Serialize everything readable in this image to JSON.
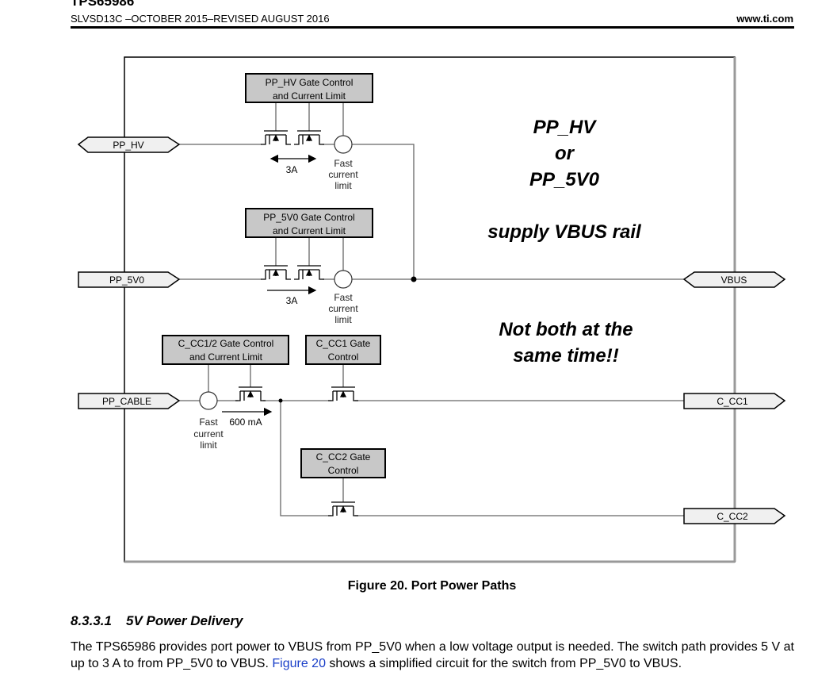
{
  "header": {
    "title": "TPS65986",
    "doc_id": "SLVSD13C –OCTOBER 2015–REVISED AUGUST 2016",
    "url": "www.ti.com"
  },
  "diagram": {
    "ports": {
      "pp_hv": "PP_HV",
      "pp_5v0": "PP_5V0",
      "pp_cable": "PP_CABLE",
      "vbus": "VBUS",
      "c_cc1": "C_CC1",
      "c_cc2": "C_CC2"
    },
    "blocks": {
      "hv_gate": [
        "PP_HV Gate Control",
        "and Current Limit"
      ],
      "5v0_gate": [
        "PP_5V0 Gate Control",
        "and Current Limit"
      ],
      "cc12_gate": [
        "C_CC1/2 Gate Control",
        "and Current Limit"
      ],
      "cc1_gate": [
        "C_CC1 Gate",
        "Control"
      ],
      "cc2_gate": [
        "C_CC2 Gate",
        "Control"
      ]
    },
    "current_labels": {
      "hv": "3A",
      "5v0": "3A",
      "cable": "600 mA"
    },
    "fast_limit": [
      "Fast",
      "current",
      "limit"
    ],
    "annotations": {
      "line1": "PP_HV",
      "line2": "or",
      "line3": "PP_5V0",
      "line4": "supply VBUS rail",
      "line5": "Not both at the",
      "line6": "same time!!"
    },
    "colors": {
      "block_fill": "#c8c8c8",
      "port_fill": "#f0f0f0",
      "wire": "#555555"
    }
  },
  "caption": "Figure 20.  Port Power Paths",
  "section": {
    "number": "8.3.3.1",
    "title": "5V Power Delivery"
  },
  "paragraph": {
    "part1": "The TPS65986 provides port power to VBUS from PP_5V0 when a low voltage output is needed. The switch path provides 5 V at up to 3 A to from PP_5V0 to VBUS. ",
    "link": "Figure 20",
    "part2": " shows a simplified circuit for the switch from PP_5V0 to VBUS."
  }
}
